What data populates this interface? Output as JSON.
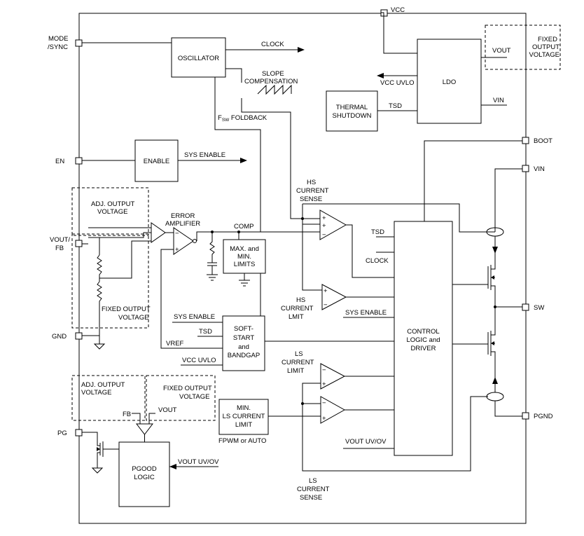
{
  "pins": {
    "vcc": "VCC",
    "mode_line1": "MODE",
    "mode_line2": "/SYNC",
    "en": "EN",
    "vout_line1": "VOUT/",
    "vout_line2": "FB",
    "gnd": "GND",
    "pg": "PG",
    "boot": "BOOT",
    "vin": "VIN",
    "sw": "SW",
    "pgnd": "PGND"
  },
  "blocks": {
    "oscillator": "OSCILLATOR",
    "ldo": "LDO",
    "thermal_line1": "THERMAL",
    "thermal_line2": "SHUTDOWN",
    "enable": "ENABLE",
    "maxmin_line1": "MAX. and",
    "maxmin_line2": "MIN.",
    "maxmin_line3": "LIMITS",
    "softstart_line1": "SOFT-",
    "softstart_line2": "START",
    "softstart_line3": "and",
    "softstart_line4": "BANDGAP",
    "control_line1": "CONTROL",
    "control_line2": "LOGIC and",
    "control_line3": "DRIVER",
    "minls_line1": "MIN.",
    "minls_line2": "LS CURRENT",
    "minls_line3": "LIMIT",
    "pgood_line1": "PGOOD",
    "pgood_line2": "LOGIC"
  },
  "signals": {
    "clock_out": "CLOCK",
    "slope_line1": "SLOPE",
    "slope_line2": "COMPENSATION",
    "fsw_main": "F",
    "fsw_sub": "SW",
    "fsw_rest": " FOLDBACK",
    "vcc_uvlo": "VCC UVLO",
    "vout_ldo": "VOUT",
    "vin_ldo": "VIN",
    "tsd": "TSD",
    "sys_enable": "SYS ENABLE",
    "error_line1": "ERROR",
    "error_line2": "AMPLIFIER",
    "comp": "COMP",
    "hs_sense_line1": "HS",
    "hs_sense_line2": "CURRENT",
    "hs_sense_line3": "SENSE",
    "tsd_ctrl": "TSD",
    "clock_ctrl": "CLOCK",
    "hs_limit_line1": "HS",
    "hs_limit_line2": "CURRENT",
    "hs_limit_line3": "LMIT",
    "sys_enable_ctrl": "SYS ENABLE",
    "sys_enable_ss": "SYS ENABLE",
    "tsd_ss": "TSD",
    "vref": "VREF",
    "vcc_uvlo_ss": "VCC UVLO",
    "ls_limit_line1": "LS",
    "ls_limit_line2": "CURRENT",
    "ls_limit_line3": "LIMIT",
    "fpwm": "FPWM or AUTO",
    "vout_uvov_ctrl": "VOUT UV/OV",
    "fb": "FB",
    "vout_pg": "VOUT",
    "vout_uvov_pg": "VOUT UV/OV",
    "ls_sense_line1": "LS",
    "ls_sense_line2": "CURRENT",
    "ls_sense_line3": "SENSE"
  },
  "options": {
    "fixed_tr_line1": "FIXED",
    "fixed_tr_line2": "OUTPUT",
    "fixed_tr_line3": "VOLTAGE",
    "adj_left_line1": "ADJ. OUTPUT",
    "adj_left_line2": "VOLTAGE",
    "fixed_left_line1": "FIXED OUTPUT",
    "fixed_left_line2": "VOLTAGE",
    "adj_bot_line1": "ADJ. OUTPUT",
    "adj_bot_line2": "VOLTAGE",
    "fixed_bot_line1": "FIXED OUTPUT",
    "fixed_bot_line2": "VOLTAGE"
  }
}
